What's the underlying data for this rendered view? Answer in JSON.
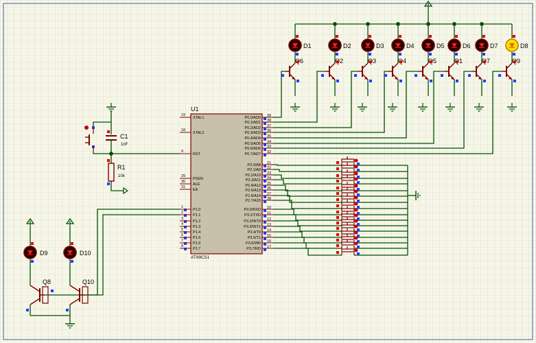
{
  "colors": {
    "background": "#f6f6e8",
    "grid": "#cfcfc0",
    "wire": "#004f00",
    "component": "#7a0000",
    "chip_fill": "#c8c0a8",
    "led_off": "#2a0000",
    "led_on": "#ffdd00",
    "pin_red": "#e00000",
    "pin_blue": "#2040ff",
    "text": "#000000"
  },
  "mcu": {
    "ref": "U1",
    "part": "AT89C51",
    "left_pins": [
      {
        "num": "19",
        "name": "XTAL1"
      },
      {
        "num": "18",
        "name": "XTAL2"
      },
      {
        "num": "9",
        "name": "RST"
      },
      {
        "num": "29",
        "name": "PSEN"
      },
      {
        "num": "30",
        "name": "ALE"
      },
      {
        "num": "31",
        "name": "EA"
      },
      {
        "num": "1",
        "name": "P1.0"
      },
      {
        "num": "2",
        "name": "P1.1"
      },
      {
        "num": "3",
        "name": "P1.2"
      },
      {
        "num": "4",
        "name": "P1.3"
      },
      {
        "num": "5",
        "name": "P1.4"
      },
      {
        "num": "6",
        "name": "P1.5"
      },
      {
        "num": "7",
        "name": "P1.6"
      },
      {
        "num": "8",
        "name": "P1.7"
      }
    ],
    "right_pins": [
      {
        "num": "39",
        "name": "P0.0/AD0"
      },
      {
        "num": "38",
        "name": "P0.1/AD1"
      },
      {
        "num": "37",
        "name": "P0.2/AD2"
      },
      {
        "num": "36",
        "name": "P0.3/AD3"
      },
      {
        "num": "35",
        "name": "P0.4/AD4"
      },
      {
        "num": "34",
        "name": "P0.5/AD5"
      },
      {
        "num": "33",
        "name": "P0.6/AD6"
      },
      {
        "num": "32",
        "name": "P0.7/AD7"
      },
      {
        "num": "21",
        "name": "P2.0/A8"
      },
      {
        "num": "22",
        "name": "P2.1/A9"
      },
      {
        "num": "23",
        "name": "P2.2/A10"
      },
      {
        "num": "24",
        "name": "P2.3/A11"
      },
      {
        "num": "25",
        "name": "P2.4/A12"
      },
      {
        "num": "26",
        "name": "P2.5/A13"
      },
      {
        "num": "27",
        "name": "P2.6/A14"
      },
      {
        "num": "28",
        "name": "P2.7/A15"
      },
      {
        "num": "10",
        "name": "P3.0/RXD"
      },
      {
        "num": "11",
        "name": "P3.1/TXD"
      },
      {
        "num": "12",
        "name": "P3.2/INT0"
      },
      {
        "num": "13",
        "name": "P3.3/INT1"
      },
      {
        "num": "14",
        "name": "P3.4/T0"
      },
      {
        "num": "15",
        "name": "P3.5/T1"
      },
      {
        "num": "16",
        "name": "P3.6/WR"
      },
      {
        "num": "17",
        "name": "P3.7/RD"
      }
    ]
  },
  "leds_top": [
    {
      "ref": "D1",
      "lit": false
    },
    {
      "ref": "D2",
      "lit": false
    },
    {
      "ref": "D3",
      "lit": false
    },
    {
      "ref": "D4",
      "lit": false
    },
    {
      "ref": "D5",
      "lit": false
    },
    {
      "ref": "D6",
      "lit": false
    },
    {
      "ref": "D7",
      "lit": false
    },
    {
      "ref": "D8",
      "lit": true
    }
  ],
  "transistors_top": [
    "Q6",
    "Q2",
    "Q3",
    "Q4",
    "Q5",
    "Q1",
    "Q7",
    "Q9"
  ],
  "capacitor": {
    "ref": "C1",
    "value": "1nF"
  },
  "resistor": {
    "ref": "R1",
    "value": "10k"
  },
  "leds_bottom": [
    {
      "ref": "D9",
      "lit": false
    },
    {
      "ref": "D10",
      "lit": false
    }
  ],
  "transistors_bottom": [
    "Q8",
    "Q10"
  ]
}
